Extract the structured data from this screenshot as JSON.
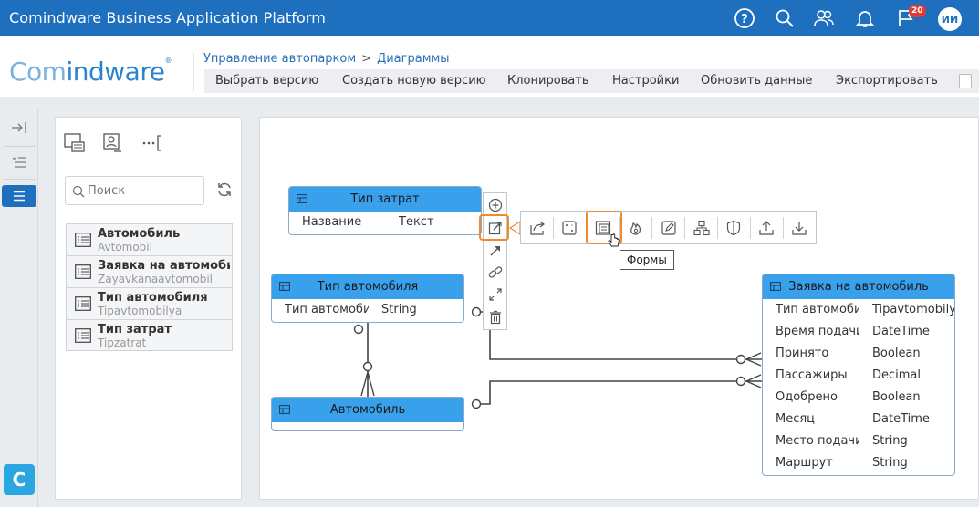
{
  "app": {
    "title": "Comindware Business Application Platform",
    "notifications_count": "20",
    "user_initials": "ИИ"
  },
  "logo": {
    "part1": "Com",
    "part2": "indware",
    "reg": "®"
  },
  "breadcrumb": {
    "root": "Управление автопарком",
    "separator": ">",
    "current": "Диаграммы"
  },
  "toolbar": {
    "items": [
      "Выбрать версию",
      "Создать новую версию",
      "Клонировать",
      "Настройки",
      "Обновить данные",
      "Экспортировать"
    ]
  },
  "leftnav": {
    "app_letter": "C"
  },
  "panel": {
    "search_placeholder": "Поиск",
    "items": [
      {
        "title": "Автомобиль",
        "alias": "Avtomobil"
      },
      {
        "title": "Заявка на автомобиль",
        "alias": "Zayavkanaavtomobil"
      },
      {
        "title": "Тип автомобиля",
        "alias": "Tipavtomobilya"
      },
      {
        "title": "Тип затрат",
        "alias": "Tipzatrat"
      }
    ]
  },
  "diagram": {
    "tip_zatrat": {
      "title": "Тип затрат",
      "rows": [
        {
          "name": "Название",
          "type": "Текст"
        }
      ]
    },
    "tip_avto": {
      "title": "Тип автомобиля",
      "rows": [
        {
          "name": "Тип автомобиля",
          "type": "String"
        }
      ]
    },
    "avtomobil": {
      "title": "Автомобиль"
    },
    "zayavka": {
      "title": "Заявка на автомобиль",
      "rows": [
        {
          "name": "Тип автомобиля",
          "type": "Tipavtomobilya"
        },
        {
          "name": "Время подачи",
          "type": "DateTime"
        },
        {
          "name": "Принято",
          "type": "Boolean"
        },
        {
          "name": "Пассажиры",
          "type": "Decimal"
        },
        {
          "name": "Одобрено",
          "type": "Boolean"
        },
        {
          "name": "Месяц",
          "type": "DateTime"
        },
        {
          "name": "Место подачи",
          "type": "String"
        },
        {
          "name": "Маршрут",
          "type": "String"
        }
      ]
    }
  },
  "tooltip": {
    "text": "Формы"
  },
  "colors": {
    "topbar": "#1f6fbf",
    "entity_header": "#39a0ec",
    "highlight": "#ef8a2d"
  }
}
